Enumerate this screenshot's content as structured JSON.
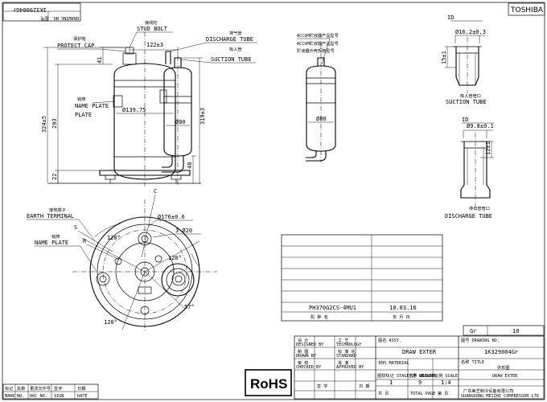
{
  "brand": {
    "name": "TOSHIBA"
  },
  "drawing_no_rotated": "1K329004Gr",
  "drawing_no_label_rotated": "DRAWING NO. 图号",
  "callouts": {
    "protect_cap_cn": "保护帽",
    "protect_cap": "PROTECT CAP",
    "stud_bolt_cn": "接线柱",
    "stud_bolt": "STUD BOLT",
    "discharge_tube_cn": "排气管",
    "discharge_tube": "DISCHARGE TUBE",
    "suction_tube_cn": "吸入管",
    "suction_tube": "SUCTION TUBE",
    "name_plate_cn": "铭牌",
    "name_plate": "NAME PLATE",
    "accum_1": "ACCUM贮液器产品型号",
    "accum_2": "ACCUM贮液器产品型号",
    "accum_3": "贮液器外壳规格型号",
    "earth_terminal_cn": "接地端子",
    "earth_terminal": "EARTH TERMINAL",
    "name_plate2_cn": "铭牌",
    "name_plate2": "NAME PLATE",
    "suction_tube2_cn": "吸入管管口",
    "suction_tube2": "SUCTION TUBE",
    "discharge_tube2_cn": "排出管管口",
    "discharge_tube2": "DISCHARGE TUBE"
  },
  "dimensions": {
    "d122": "122±3",
    "d41": "41",
    "d139": "Ø139.75",
    "d80": "Ø80",
    "d80b": "Ø80",
    "d324": "324±5",
    "d293": "293",
    "d319": "319±3",
    "d48": "48",
    "d22": "22",
    "id1": "ID",
    "d16": "Ø16.2±0.3",
    "d15": "15±1",
    "id2": "ID",
    "d98": "Ø9.8±0.1",
    "d12": "12±1",
    "c": "C",
    "s": "S",
    "r": "R",
    "d176": "Ø176±0.6",
    "d20": "3-Ø20",
    "a120a": "120°",
    "a120b": "120°",
    "a120c": "120°",
    "a57": "57°"
  },
  "spec_table": {
    "model": "PH370G2CS-4MU1",
    "date": "10.03.16",
    "label_model": "机  种  名",
    "label_date": "年  月  日"
  },
  "title_block": {
    "gr_label": "Gr",
    "gr_value": "10",
    "designed_cn": "设    计",
    "designed": "DESIGNED BY",
    "tech_cn": "工    艺",
    "tech": "TECHNOLOGY",
    "drawn_cn": "制    图",
    "drawn": "DRAWN BY",
    "standard_cn": "标 准 化",
    "standard": "STANDARD",
    "checked_cn": "审    核",
    "checked": "CHECKED BY",
    "approved_cn": "批    准",
    "approved": "APPROVED BY",
    "signature_cn": "签  字",
    "date_cn": "日  期",
    "assy_label": "图名 ASSY.",
    "assy_value": "DRAW EXTER",
    "material_label": "材料 MATERIAL",
    "dwg_no_label": "图号 DRAWING NO.",
    "dwg_no_value": "1K329004Gr",
    "title_label": "名称 TITLE",
    "title_cn": "外形图",
    "title_value": "DRAW EXTER",
    "stage_label": "图样标记 STAGE OF DRAWING",
    "weight_label": "重量 WEIGHT",
    "scale_label": "比例 SCALE",
    "stage_value": "1",
    "weight_value": "9",
    "scale_value": "1:4",
    "total_label": "TOTAL PAGE",
    "total_value": "共  页",
    "page_label": "第  页",
    "company_cn": "广东美芝制冷设备有限公司",
    "company_en": "GUANGDONG MEIZHI COMPRESSOR LTD",
    "rohs": "RoHS",
    "rev_mark": "标记",
    "rev_count": "处数",
    "rev_doc": "更改文件号",
    "rev_sign": "签字",
    "rev_date": "日期",
    "rev_mark_en": "MARK",
    "rev_count_en": "NO.",
    "rev_doc_en": "DOC NO.",
    "rev_sign_en": "SIGN",
    "rev_date_en": "DATE"
  }
}
